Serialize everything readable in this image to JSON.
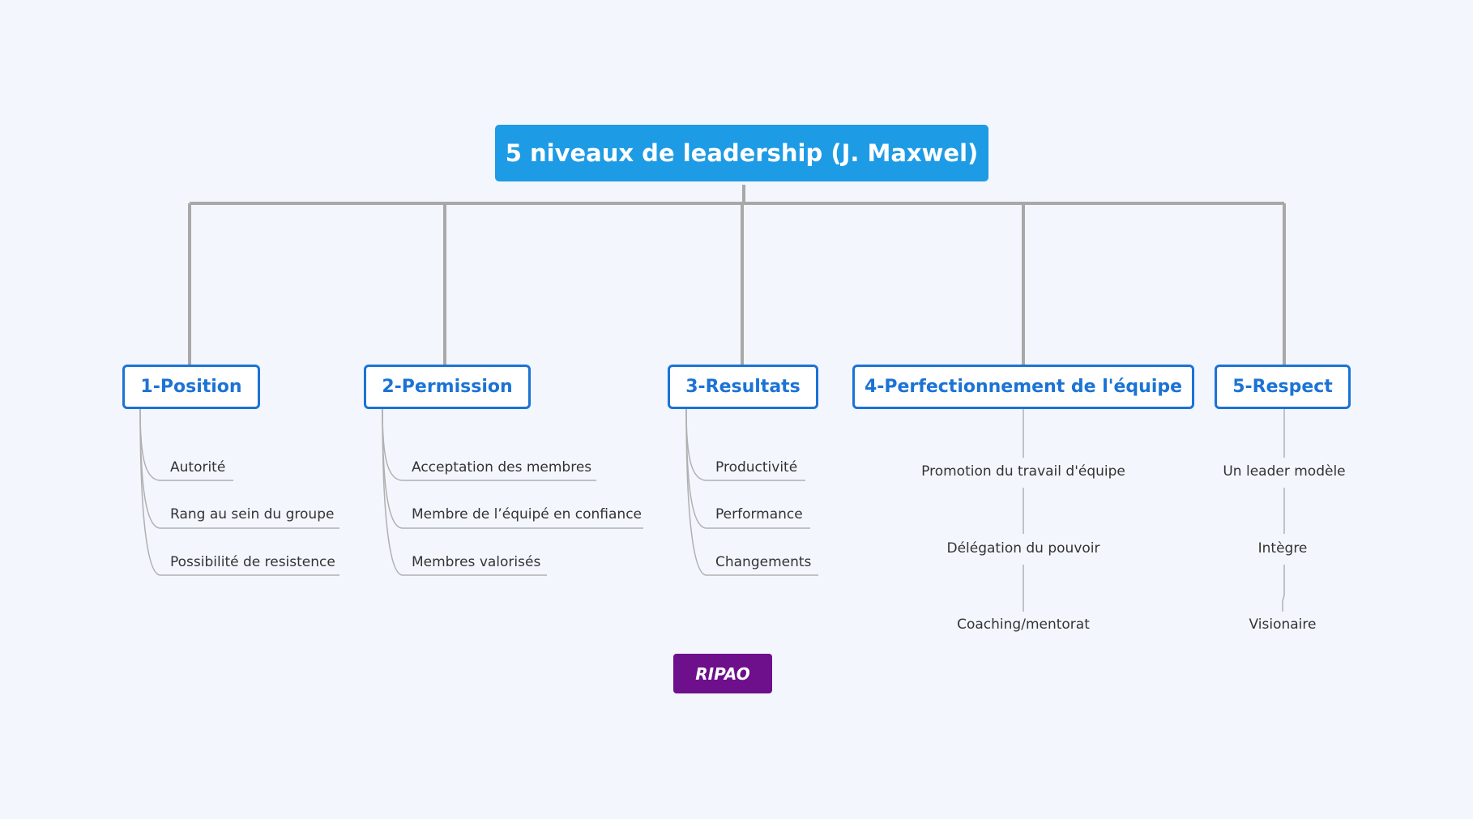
{
  "root": {
    "label": "5 niveaux de leadership (J. Maxwel)"
  },
  "branches": [
    {
      "label": "1-Position",
      "leaves": [
        "Autorité",
        "Rang au sein du groupe",
        "Possibilité de resistence"
      ]
    },
    {
      "label": "2-Permission",
      "leaves": [
        "Acceptation des membres",
        "Membre de l’équipé en confiance",
        "Membres valorisés"
      ]
    },
    {
      "label": "3-Resultats",
      "leaves": [
        "Productivité",
        "Performance",
        "Changements"
      ]
    },
    {
      "label": "4-Perfectionnement de l'équipe",
      "leaves": [
        "Promotion du travail d'équipe",
        "Délégation du pouvoir",
        "Coaching/mentorat"
      ]
    },
    {
      "label": "5-Respect",
      "leaves": [
        "Un leader modèle",
        "Intègre",
        "Visionaire"
      ]
    }
  ],
  "badge": {
    "label": "RIPAO"
  },
  "colors": {
    "background": "#f3f6fd",
    "root_fill": "#1e9be5",
    "branch_border": "#1c73d5",
    "connector": "#a8a8a8",
    "badge_fill": "#6e0f8c"
  }
}
